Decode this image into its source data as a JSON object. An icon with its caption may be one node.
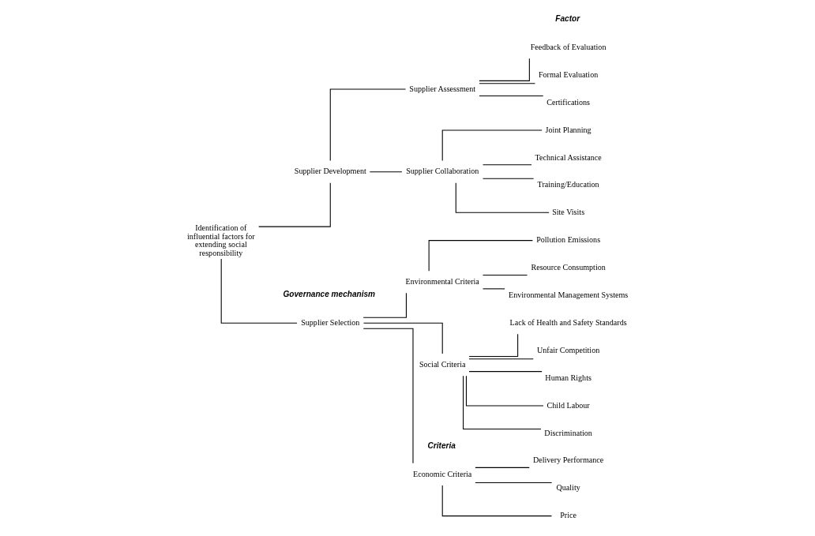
{
  "diagram": {
    "nodes": [
      {
        "text": [
          "Identification of influential factors for extending social responsibility"
        ]
      },
      {
        "text": [
          "Supplier Selection"
        ]
      },
      {
        "text": [
          "Economic Criteria"
        ]
      },
      {
        "text": [
          "Quality"
        ]
      },
      {
        "text": [
          "Price"
        ]
      },
      {
        "text": [
          "Delivery Performance"
        ]
      },
      {
        "text": [
          "Environmental Criteria"
        ]
      },
      {
        "text": [
          "Pollution Emissions"
        ]
      },
      {
        "text": [
          "Resource Consumption"
        ]
      },
      {
        "text": [
          "Environmental Management Systems"
        ]
      },
      {
        "text": [
          "Social Criteria"
        ]
      },
      {
        "text": [
          "Human Rights"
        ]
      },
      {
        "text": [
          "Child Labour"
        ]
      },
      {
        "text": [
          "Discrimination"
        ]
      },
      {
        "text": [
          "Lack of Health and Safety Standards"
        ]
      },
      {
        "text": [
          "Unfair Competition"
        ]
      },
      {
        "text": [
          "Supplier Development"
        ]
      },
      {
        "text": [
          "Supplier Assessment"
        ]
      },
      {
        "text": [
          "Formal Evaluation"
        ]
      },
      {
        "text": [
          "Certifications"
        ]
      },
      {
        "text": [
          "Feedback of Evaluation"
        ]
      },
      {
        "text": [
          "Supplier Collaboration"
        ]
      },
      {
        "text": [
          "Site Visits"
        ]
      },
      {
        "text": [
          "Joint Planning"
        ]
      },
      {
        "text": [
          "Technical Assistance"
        ]
      },
      {
        "text": [
          "Training/Education"
        ]
      }
    ],
    "edges": [
      {
        "from": 0,
        "to": 1,
        "arrow": "none"
      },
      {
        "from": 1,
        "to": 2,
        "arrow": "none"
      },
      {
        "from": 2,
        "to": 3,
        "arrow": "none"
      },
      {
        "from": 2,
        "to": 4,
        "arrow": "none"
      },
      {
        "from": 2,
        "to": 5,
        "arrow": "none"
      },
      {
        "from": 1,
        "to": 6,
        "arrow": "none"
      },
      {
        "from": 6,
        "to": 7,
        "arrow": "none"
      },
      {
        "from": 6,
        "to": 8,
        "arrow": "none"
      },
      {
        "from": 6,
        "to": 9,
        "arrow": "none"
      },
      {
        "from": 1,
        "to": 10,
        "arrow": "none"
      },
      {
        "from": 10,
        "to": 11,
        "arrow": "none"
      },
      {
        "from": 10,
        "to": 12,
        "arrow": "none"
      },
      {
        "from": 10,
        "to": 13,
        "arrow": "none"
      },
      {
        "from": 10,
        "to": 14,
        "arrow": "none"
      },
      {
        "from": 10,
        "to": 15,
        "arrow": "none"
      },
      {
        "from": 0,
        "to": 16,
        "arrow": "none"
      },
      {
        "from": 16,
        "to": 17,
        "arrow": "none"
      },
      {
        "from": 17,
        "to": 18,
        "arrow": "none"
      },
      {
        "from": 17,
        "to": 19,
        "arrow": "none"
      },
      {
        "from": 17,
        "to": 20,
        "arrow": "none"
      },
      {
        "from": 16,
        "to": 21,
        "arrow": "none"
      },
      {
        "from": 21,
        "to": 22,
        "arrow": "none"
      },
      {
        "from": 21,
        "to": 23,
        "arrow": "none"
      },
      {
        "from": 21,
        "to": 24,
        "arrow": "none"
      },
      {
        "from": 21,
        "to": 25,
        "arrow": "none"
      }
    ],
    "labels": [
      "Factor",
      "Criteria",
      "Governance mechanism"
    ]
  }
}
